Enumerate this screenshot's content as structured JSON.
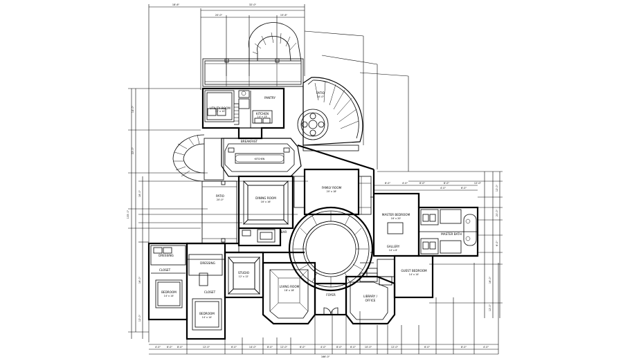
{
  "rooms": {
    "patio_top": {
      "name": "PATIO",
      "size": "20'-0\""
    },
    "utility": {
      "name": "UTILITY ROOM",
      "size": "12' x 10'"
    },
    "pantry": {
      "name": "PANTRY"
    },
    "kitchen": {
      "name": "KITCHEN",
      "size": "14' x 13'"
    },
    "breakfast": {
      "name": "BREAKFAST"
    },
    "island": {
      "name": "KITCHEN"
    },
    "patio_left": {
      "name": "PATIO",
      "size": "20'-0\""
    },
    "dining": {
      "name": "DINING ROOM",
      "size": "16' x 16'"
    },
    "family": {
      "name": "FAMILY ROOM",
      "size": "20' x 18'"
    },
    "master_bedroom": {
      "name": "MASTER BEDROOM",
      "size": "16' x 20'"
    },
    "master_bath": {
      "name": "MASTER BATH"
    },
    "gallery": {
      "name": "GALLERY",
      "size": "14' x 6'"
    },
    "bar": {
      "name": "BAR"
    },
    "dressing_left": {
      "name": "DRESSING"
    },
    "closet_left": {
      "name": "CLOSET"
    },
    "bedroom_left": {
      "name": "BEDROOM",
      "size": "14' x 14'"
    },
    "dressing_mid": {
      "name": "DRESSING"
    },
    "closet_mid": {
      "name": "CLOSET"
    },
    "bedroom_mid": {
      "name": "BEDROOM",
      "size": "14' x 14'"
    },
    "study": {
      "name": "STUDIO",
      "size": "12' x 12'"
    },
    "living": {
      "name": "LIVING ROOM",
      "size": "18' x 18'"
    },
    "foyer": {
      "name": "FOYER"
    },
    "library": {
      "name": "LIBRARY /",
      "name2": "OFFICE"
    },
    "guest_bedroom": {
      "name": "GUEST BEDROOM",
      "size": "14' x 14'"
    }
  },
  "dimensions": {
    "top": [
      "18'-6\"",
      "32'-0\""
    ],
    "top2": [
      "20'-0\"",
      "15'-6\""
    ],
    "left": [
      "14'-0\"",
      "22'-0\"",
      "18'-0\"",
      "16'-0\"",
      "12'-0\""
    ],
    "left_total": "105'-0\"",
    "bottom": [
      "4'-0\"",
      "6'-0\"",
      "8'-0\"",
      "12'-0\"",
      "6'-0\"",
      "14'-0\"",
      "8'-0\"",
      "12'-0\"",
      "6'-0\"",
      "4'-0\"",
      "8'-0\"",
      "6'-0\"",
      "10'-0\"",
      "12'-0\"",
      "6'-0\"",
      "8'-0\"",
      "4'-0\""
    ],
    "bottom_total": "166'-0\"",
    "right": [
      "12'-0\"",
      "20'-0\"",
      "6'-0\"",
      "16'-0\"",
      "12'-0\""
    ],
    "east": [
      "8'-0\"",
      "4'-0\"",
      "6'-0\"",
      "8'-0\"",
      "12'-0\"",
      "4'-0\"",
      "6'-0\""
    ]
  }
}
